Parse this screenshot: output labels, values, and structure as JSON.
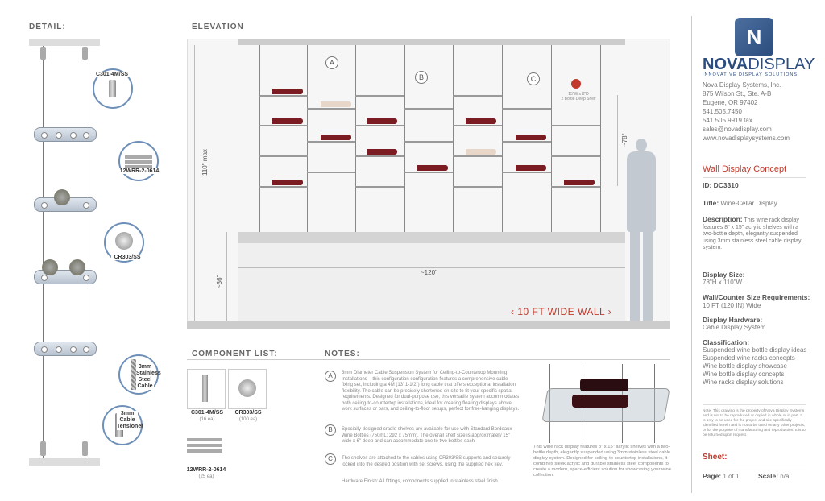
{
  "headers": {
    "detail": "DETAIL:",
    "elevation": "ELEVATION",
    "component_list": "COMPONENT LIST:",
    "notes": "NOTES:"
  },
  "detail": {
    "c301": "C301-4M/SS",
    "wrr": "12WRR-2-0614",
    "cr303": "CR303/SS",
    "cable": "3mm Stainless Steel Cable",
    "tensioner": "3mm Cable Tensioner"
  },
  "elevation": {
    "height_max": "110\" max",
    "height_78": "~78\"",
    "height_36": "~36\"",
    "width": "~120\"",
    "wall_label": "10 FT WIDE WALL",
    "callouts": [
      "A",
      "B",
      "C"
    ],
    "shelf_tag": [
      "15\"W x 8\"D",
      "2 Bottle Deep Shelf"
    ]
  },
  "components": [
    {
      "name": "C301-4M/SS",
      "qty": "(16 ea)"
    },
    {
      "name": "CR303/SS",
      "qty": "(100 ea)"
    },
    {
      "name": "12WRR-2-0614",
      "qty": "(25 ea)"
    }
  ],
  "notes": [
    {
      "letter": "A",
      "text": "3mm Diameter Cable Suspension System for Ceiling-to-Countertop Mounting Installations – this configuration configuration features a comprehensive cable fixing set, including a 4M (13' 1-1/2\") long cable that offers exceptional installation flexibility. The cable can be precisely shortened on-site to fit your specific spatial requirements. Designed for dual-purpose use, this versatile system accommodates both ceiling-to-countertop installations, ideal for creating floating displays above work surfaces or bars, and ceiling-to-floor setups, perfect for free-hanging displays."
    },
    {
      "letter": "B",
      "text": "Specially designed cradle shelves are available for use with Standard Bordeaux Wine Bottles (750mL; 292 x 75mm). The overall shelf size is approximately 15\" wide x 6\" deep and can accommodate one to two bottles each."
    },
    {
      "letter": "C",
      "text": "The shelves are attached to the cables using CR303/SS supports and securely locked into the desired position with set screws, using the supplied hex key."
    }
  ],
  "hardware_finish": "Hardware Finish: All fittings, components supplied in stainless steel finish.",
  "photo_caption": "This wine rack display features 8\" x 15\" acrylic shelves with a two-bottle depth, elegantly suspended using 3mm stainless steel cable display system. Designed for ceiling-to-countertop installations, it combines sleek acrylic and durable stainless steel components to create a modern, space-efficient solution for showcasing your wine collection.",
  "sidebar": {
    "logo_nova": "NOVA",
    "logo_display": "DISPLAY",
    "tagline": "INNOVATIVE DISPLAY SOLUTIONS",
    "company": "Nova Display Systems, Inc.",
    "address1": "875 Wilson St., Ste. A-B",
    "address2": "Eugene, OR 97402",
    "phone": "541.505.7450",
    "fax": "541.505.9919 fax",
    "email": "sales@novadisplay.com",
    "web": "www.novadisplaysystems.com",
    "concept": "Wall Display Concept",
    "id_label": "ID:",
    "id_value": "DC3310",
    "title_label": "Title:",
    "title_value": "Wine-Cellar Display",
    "desc_label": "Description:",
    "desc_value": "This wine rack display features 8\" x 15\" acrylic shelves with a two-bottle depth, elegantly suspended using 3mm stainless steel cable display system.",
    "size_label": "Display Size:",
    "size_value": "78\"H x 110\"W",
    "wall_label": "Wall/Counter Size Requirements:",
    "wall_value": "10 FT (120 IN) Wide",
    "hw_label": "Display Hardware:",
    "hw_value": "Cable Display System",
    "class_label": "Classification:",
    "class_values": [
      "Suspended wine bottle display ideas",
      "Suspended wine racks concepts",
      "Wine bottle display showcase",
      "Wine bottle display concepts",
      "Wine racks display solutions"
    ],
    "disclaimer": "Note: This drawing is the property of Nova Display Systems and is not to be reproduced or copied in whole or in part. It is only to be used for the project and site specifically identified herein and is not to be used on any other projects, or for the purpose of manufacturing and reproduction. It is to be returned upon request.",
    "sheet_label": "Sheet:",
    "page_label": "Page:",
    "page_value": "1 of 1",
    "scale_label": "Scale:",
    "scale_value": "n/a"
  }
}
